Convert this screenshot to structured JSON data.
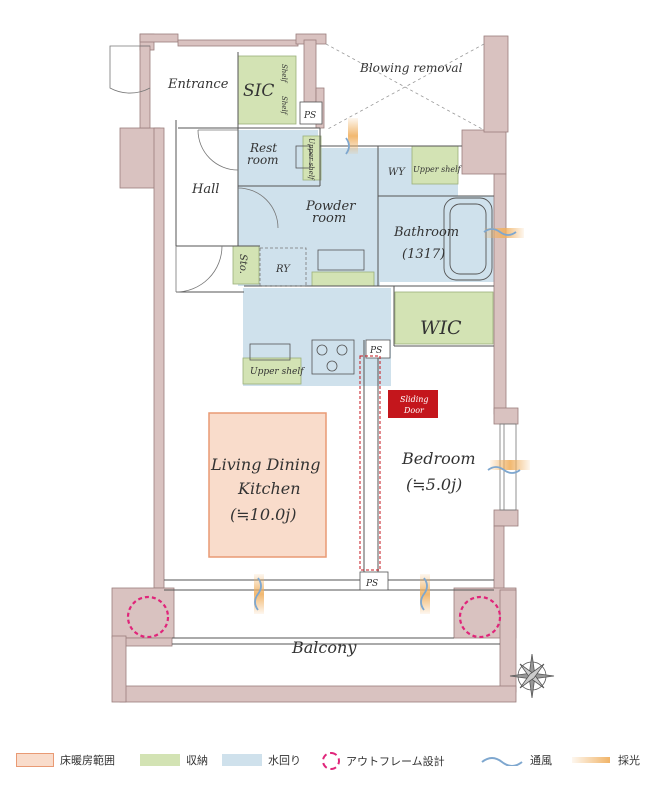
{
  "rooms": {
    "entrance": "Entrance",
    "sic": "SIC",
    "shelf_a": "Shelf",
    "shelf_b": "Shelf",
    "ps_top": "PS",
    "blowing": "Blowing removal",
    "rest_line1": "Rest",
    "rest_line2": "room",
    "upper_shelf_rest": "Upper shelf",
    "hall": "Hall",
    "wy": "WY",
    "upper_shelf_wy": "Upper shelf",
    "powder_line1": "Powder",
    "powder_line2": "room",
    "bathroom": "Bathroom",
    "bathroom_size": "(1317)",
    "sto": "Sto.",
    "ry": "RY",
    "wic": "WIC",
    "ps_mid": "PS",
    "upper_shelf_kitchen": "Upper shelf",
    "sliding_door_line1": "Sliding",
    "sliding_door_line2": "Door",
    "ldk_line1": "Living Dining",
    "ldk_line2": "Kitchen",
    "ldk_size": "(≒10.0j)",
    "bedroom": "Bedroom",
    "bedroom_size": "(≒5.0j)",
    "ps_bottom": "PS",
    "balcony": "Balcony"
  },
  "legend": {
    "floor_heating": "床暖房範囲",
    "storage": "収納",
    "water": "水回り",
    "outframe": "アウトフレーム設計",
    "ventilation": "通風",
    "lighting": "採光"
  },
  "colors": {
    "wall": "#d9c2c0",
    "wall_stroke": "#9a7e7c",
    "storage": "#d3e3b4",
    "water": "#cfe1ec",
    "floor_heating": "#f9dccb",
    "floor_heating_stroke": "#e99a74",
    "outframe": "#e0257a",
    "sliding_door": "#c4161c",
    "ventilation": "#7ea7cf",
    "lighting": "#e8b06a"
  }
}
